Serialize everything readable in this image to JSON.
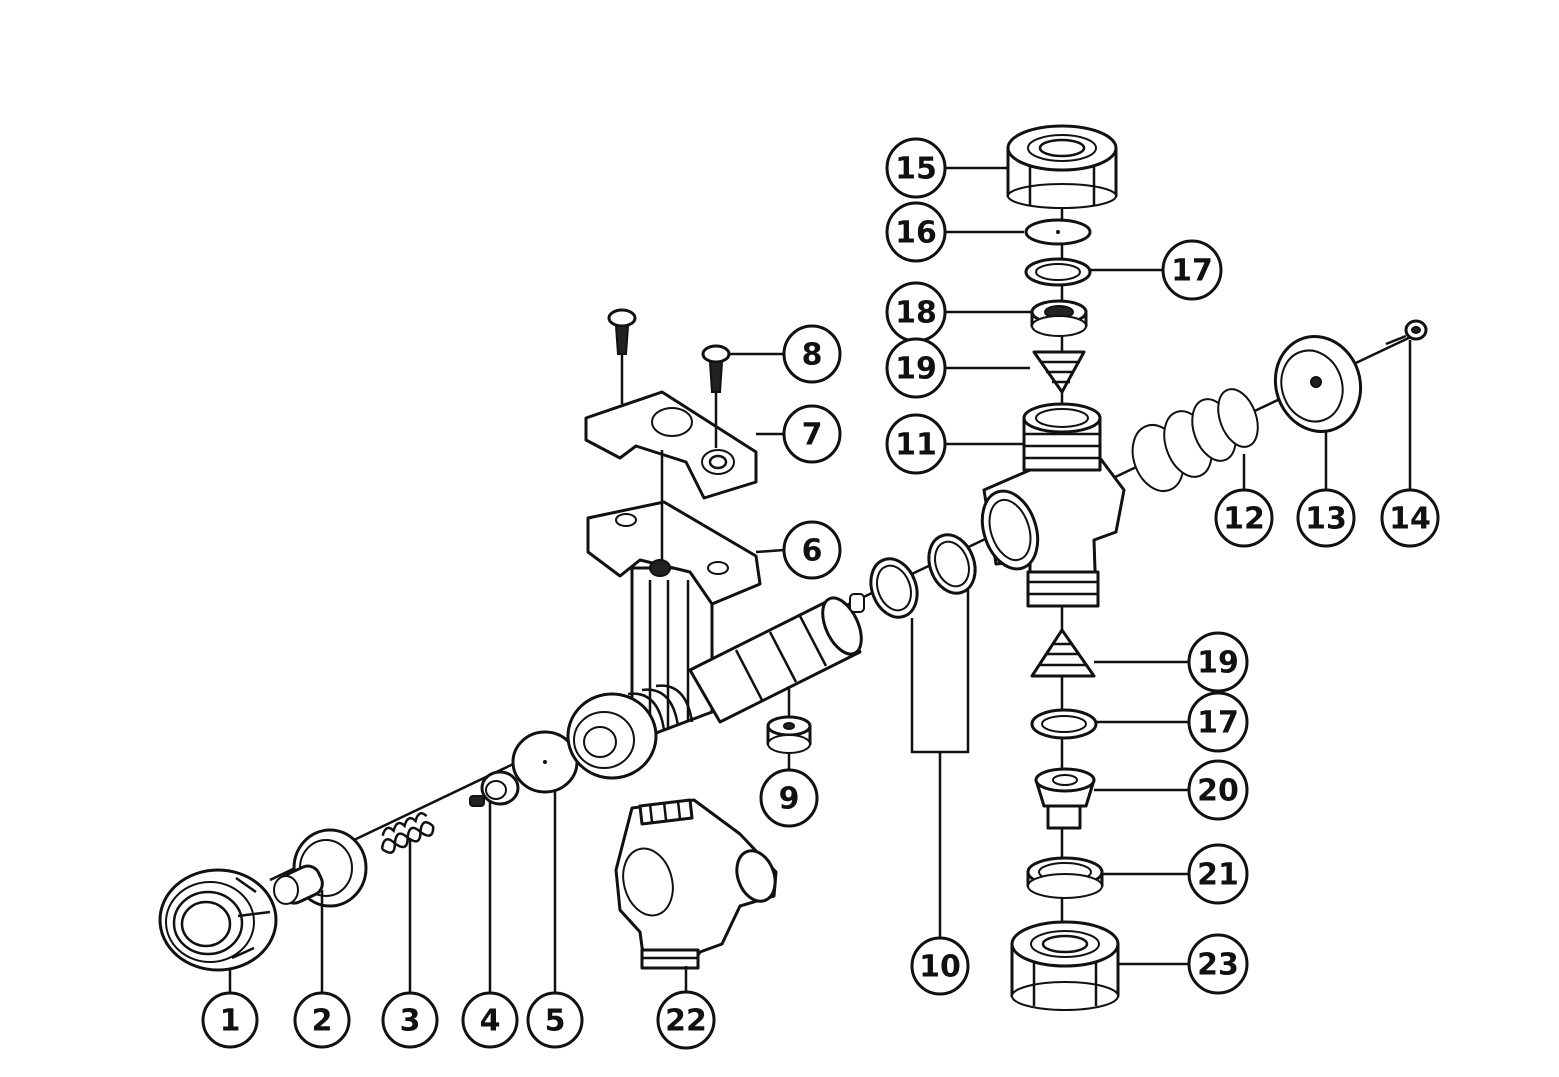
{
  "callouts": {
    "c1": "1",
    "c2": "2",
    "c3": "3",
    "c4": "4",
    "c5": "5",
    "c6": "6",
    "c7": "7",
    "c8": "8",
    "c9": "9",
    "c10": "10",
    "c11": "11",
    "c12": "12",
    "c13": "13",
    "c14": "14",
    "c15": "15",
    "c16": "16",
    "c17a": "17",
    "c18": "18",
    "c19a": "19",
    "c19b": "19",
    "c17b": "17",
    "c20": "20",
    "c21": "21",
    "c22": "22",
    "c23": "23"
  }
}
